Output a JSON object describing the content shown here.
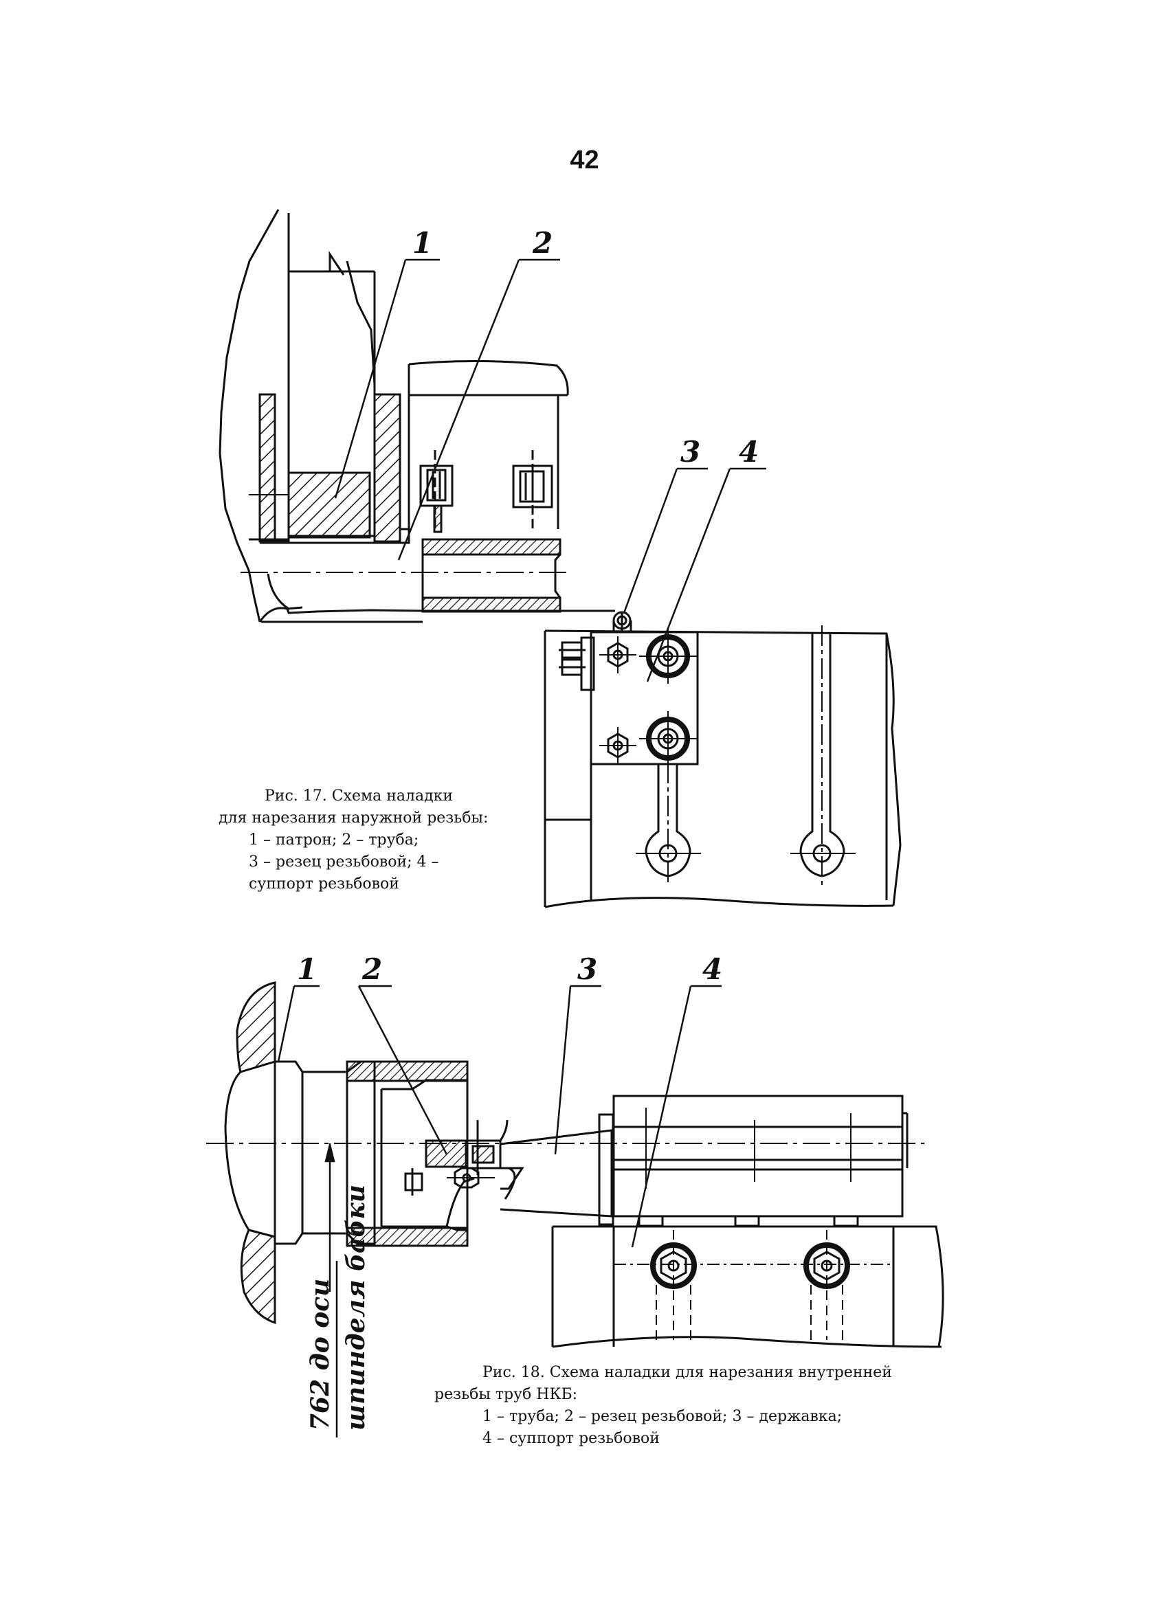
{
  "page_number": "42",
  "fig17": {
    "labels": [
      "1",
      "2",
      "3",
      "4"
    ],
    "caption_lines": [
      "Рис. 17. Схема наладки",
      "для нарезания наружной резьбы:",
      "1 – патрон; 2 – труба;",
      "3 – резец резьбовой; 4 –",
      "суппорт резьбовой"
    ]
  },
  "fig18": {
    "labels": [
      "1",
      "2",
      "3",
      "4"
    ],
    "vertical_annotation_lines": [
      "762 до оси",
      "шпинделя бабки"
    ],
    "caption_lines": [
      "Рис. 18. Схема наладки для нарезания внутренней",
      "резьбы труб НКБ:",
      "1 – труба; 2 – резец резьбовой; 3 – державка;",
      "4 – суппорт резьбовой"
    ]
  }
}
